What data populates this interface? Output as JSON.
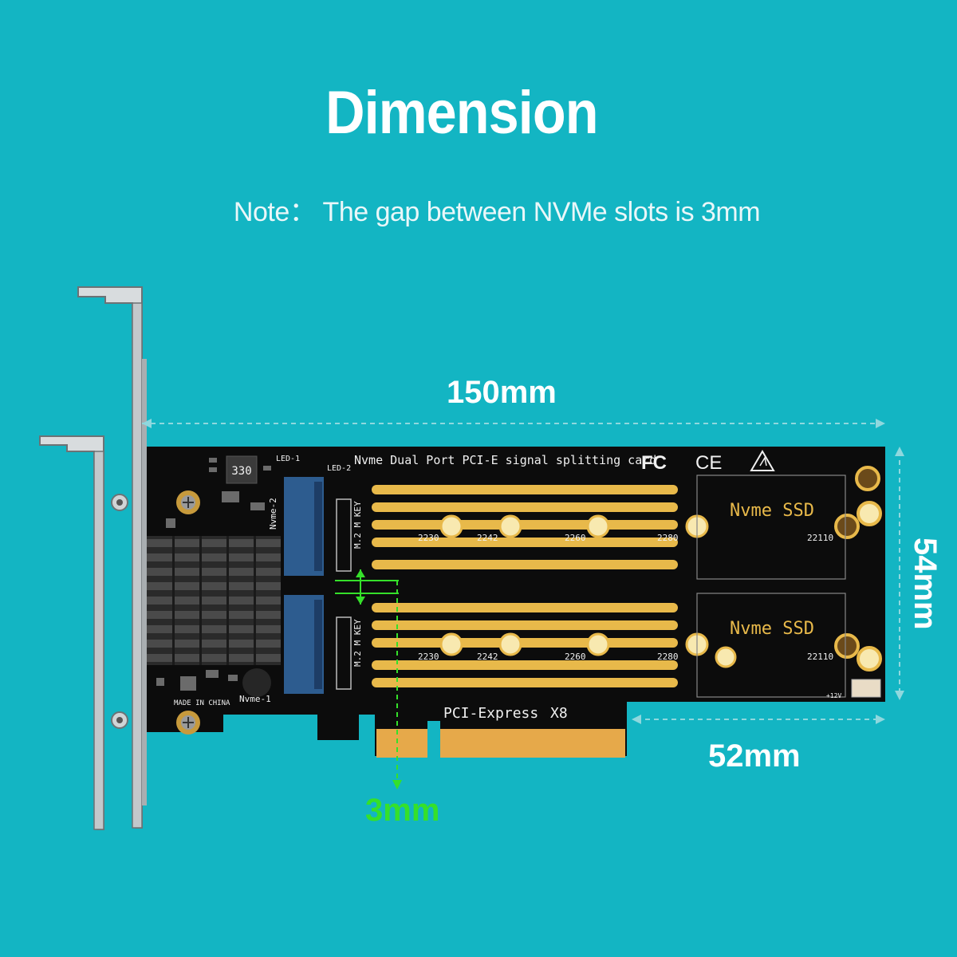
{
  "title": "Dimension",
  "note": "Note： The gap between NVMe slots is 3mm",
  "dimensions": {
    "length": "150mm",
    "height": "54mm",
    "connector_offset": "52mm",
    "slot_gap": "3mm"
  },
  "pcb": {
    "heading": "Nvme Dual Port PCI-E signal splitting card",
    "fcc": "FC",
    "ce": "CE",
    "led1": "LED-1",
    "led2": "LED-2",
    "inductor": "330",
    "nvme1": "Nvme-1",
    "nvme2": "Nvme-2",
    "made_in": "MADE IN CHINA",
    "key_label": "M.2 M KEY",
    "slot_ssd": "Nvme  SSD",
    "sizes": [
      "2230",
      "2242",
      "2260",
      "2280",
      "22110"
    ],
    "pcie": "PCI-Express",
    "pcie_lanes": "X8",
    "power": "+12V"
  },
  "colors": {
    "background": "#13b5c3",
    "pcb": "#0c0c0c",
    "gold": "#e8b94a",
    "dim_line": "#8fd8de",
    "gap_indicator": "#35e02a"
  }
}
